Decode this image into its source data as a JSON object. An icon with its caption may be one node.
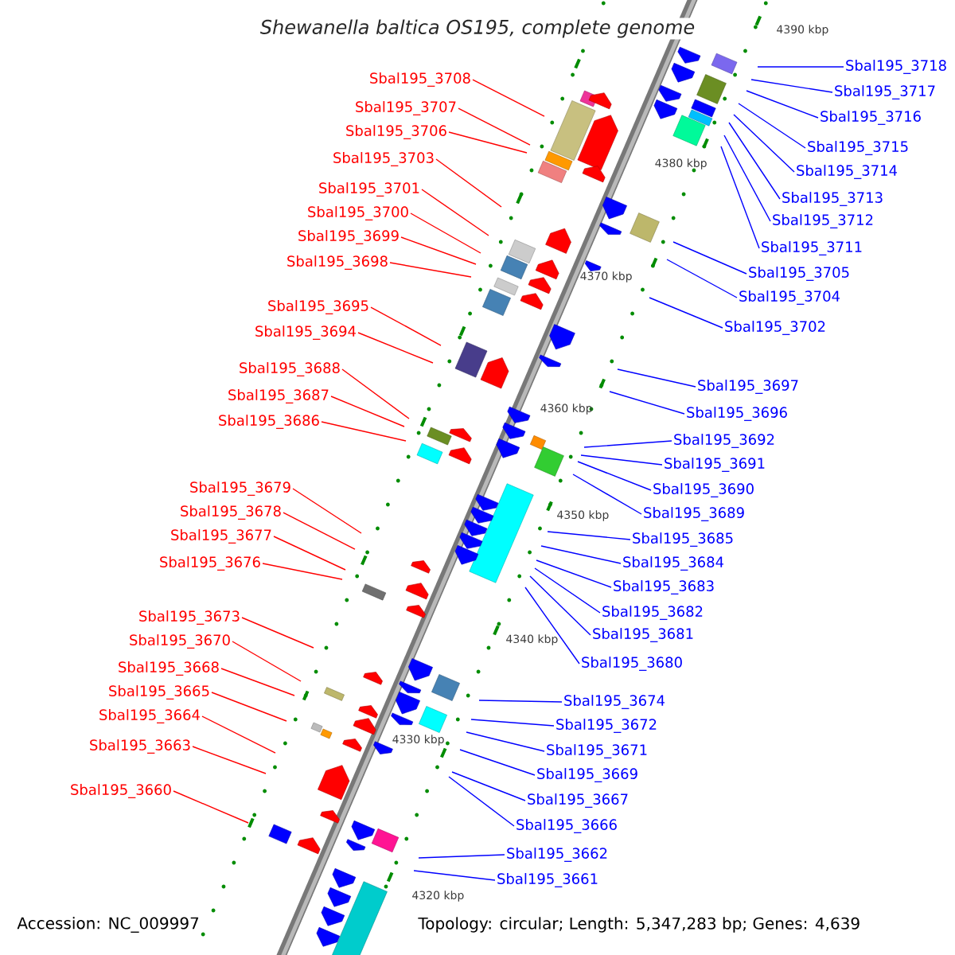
{
  "diagram": {
    "title": "Shewanella baltica OS195, complete genome",
    "nodes": [
      {
        "text": [
          "Sbal195_3708"
        ]
      },
      {
        "text": [
          "Sbal195_3707"
        ]
      },
      {
        "text": [
          "Sbal195_3706"
        ]
      },
      {
        "text": [
          "Sbal195_3703"
        ]
      },
      {
        "text": [
          "Sbal195_3701"
        ]
      },
      {
        "text": [
          "Sbal195_3700"
        ]
      },
      {
        "text": [
          "Sbal195_3699"
        ]
      },
      {
        "text": [
          "Sbal195_3698"
        ]
      },
      {
        "text": [
          "Sbal195_3695"
        ]
      },
      {
        "text": [
          "Sbal195_3694"
        ]
      },
      {
        "text": [
          "Sbal195_3688"
        ]
      },
      {
        "text": [
          "Sbal195_3687"
        ]
      },
      {
        "text": [
          "Sbal195_3686"
        ]
      },
      {
        "text": [
          "Sbal195_3679"
        ]
      },
      {
        "text": [
          "Sbal195_3678"
        ]
      },
      {
        "text": [
          "Sbal195_3677"
        ]
      },
      {
        "text": [
          "Sbal195_3676"
        ]
      },
      {
        "text": [
          "Sbal195_3673"
        ]
      },
      {
        "text": [
          "Sbal195_3670"
        ]
      },
      {
        "text": [
          "Sbal195_3668"
        ]
      },
      {
        "text": [
          "Sbal195_3665"
        ]
      },
      {
        "text": [
          "Sbal195_3664"
        ]
      },
      {
        "text": [
          "Sbal195_3663"
        ]
      },
      {
        "text": [
          "Sbal195_3660"
        ]
      },
      {
        "text": [
          "Sbal195_3718"
        ]
      },
      {
        "text": [
          "Sbal195_3717"
        ]
      },
      {
        "text": [
          "Sbal195_3716"
        ]
      },
      {
        "text": [
          "Sbal195_3715"
        ]
      },
      {
        "text": [
          "Sbal195_3714"
        ]
      },
      {
        "text": [
          "Sbal195_3713"
        ]
      },
      {
        "text": [
          "Sbal195_3712"
        ]
      },
      {
        "text": [
          "Sbal195_3711"
        ]
      },
      {
        "text": [
          "Sbal195_3705"
        ]
      },
      {
        "text": [
          "Sbal195_3704"
        ]
      },
      {
        "text": [
          "Sbal195_3702"
        ]
      },
      {
        "text": [
          "Sbal195_3697"
        ]
      },
      {
        "text": [
          "Sbal195_3696"
        ]
      },
      {
        "text": [
          "Sbal195_3692"
        ]
      },
      {
        "text": [
          "Sbal195_3691"
        ]
      },
      {
        "text": [
          "Sbal195_3690"
        ]
      },
      {
        "text": [
          "Sbal195_3689"
        ]
      },
      {
        "text": [
          "Sbal195_3685"
        ]
      },
      {
        "text": [
          "Sbal195_3684"
        ]
      },
      {
        "text": [
          "Sbal195_3683"
        ]
      },
      {
        "text": [
          "Sbal195_3682"
        ]
      },
      {
        "text": [
          "Sbal195_3681"
        ]
      },
      {
        "text": [
          "Sbal195_3680"
        ]
      },
      {
        "text": [
          "Sbal195_3674"
        ]
      },
      {
        "text": [
          "Sbal195_3672"
        ]
      },
      {
        "text": [
          "Sbal195_3671"
        ]
      },
      {
        "text": [
          "Sbal195_3669"
        ]
      },
      {
        "text": [
          "Sbal195_3667"
        ]
      },
      {
        "text": [
          "Sbal195_3666"
        ]
      },
      {
        "text": [
          "Sbal195_3662"
        ]
      },
      {
        "text": [
          "Sbal195_3661"
        ]
      }
    ],
    "edges": [
      {
        "from": 0,
        "to": null,
        "arrow": "none",
        "color": "#ff0000"
      },
      {
        "from": 1,
        "to": null,
        "arrow": "none",
        "color": "#ff0000"
      },
      {
        "from": 2,
        "to": null,
        "arrow": "none",
        "color": "#ff0000"
      },
      {
        "from": 3,
        "to": null,
        "arrow": "none",
        "color": "#ff0000"
      },
      {
        "from": 4,
        "to": null,
        "arrow": "none",
        "color": "#ff0000"
      },
      {
        "from": 5,
        "to": null,
        "arrow": "none",
        "color": "#ff0000"
      },
      {
        "from": 6,
        "to": null,
        "arrow": "none",
        "color": "#ff0000"
      },
      {
        "from": 7,
        "to": null,
        "arrow": "none",
        "color": "#ff0000"
      },
      {
        "from": 8,
        "to": null,
        "arrow": "none",
        "color": "#ff0000"
      },
      {
        "from": 9,
        "to": null,
        "arrow": "none",
        "color": "#ff0000"
      },
      {
        "from": 10,
        "to": null,
        "arrow": "none",
        "color": "#ff0000"
      },
      {
        "from": 11,
        "to": null,
        "arrow": "none",
        "color": "#ff0000"
      },
      {
        "from": 12,
        "to": null,
        "arrow": "none",
        "color": "#ff0000"
      },
      {
        "from": 13,
        "to": null,
        "arrow": "none",
        "color": "#ff0000"
      },
      {
        "from": 14,
        "to": null,
        "arrow": "none",
        "color": "#ff0000"
      },
      {
        "from": 15,
        "to": null,
        "arrow": "none",
        "color": "#ff0000"
      },
      {
        "from": 16,
        "to": null,
        "arrow": "none",
        "color": "#ff0000"
      },
      {
        "from": 17,
        "to": null,
        "arrow": "none",
        "color": "#ff0000"
      },
      {
        "from": 18,
        "to": null,
        "arrow": "none",
        "color": "#ff0000"
      },
      {
        "from": 19,
        "to": null,
        "arrow": "none",
        "color": "#ff0000"
      },
      {
        "from": 20,
        "to": null,
        "arrow": "none",
        "color": "#ff0000"
      },
      {
        "from": 21,
        "to": null,
        "arrow": "none",
        "color": "#ff0000"
      },
      {
        "from": 22,
        "to": null,
        "arrow": "none",
        "color": "#ff0000"
      },
      {
        "from": 23,
        "to": null,
        "arrow": "none",
        "color": "#ff0000"
      },
      {
        "from": 24,
        "to": null,
        "arrow": "none"
      },
      {
        "from": 25,
        "to": null,
        "arrow": "none"
      },
      {
        "from": 26,
        "to": null,
        "arrow": "none"
      },
      {
        "from": 27,
        "to": null,
        "arrow": "none"
      },
      {
        "from": 28,
        "to": null,
        "arrow": "none"
      },
      {
        "from": 29,
        "to": null,
        "arrow": "none"
      },
      {
        "from": 30,
        "to": null,
        "arrow": "none"
      },
      {
        "from": 31,
        "to": null,
        "arrow": "none"
      },
      {
        "from": 32,
        "to": null,
        "arrow": "none"
      },
      {
        "from": 33,
        "to": null,
        "arrow": "none"
      },
      {
        "from": 34,
        "to": null,
        "arrow": "none"
      },
      {
        "from": 35,
        "to": null,
        "arrow": "none"
      },
      {
        "from": 36,
        "to": null,
        "arrow": "none"
      },
      {
        "from": 37,
        "to": null,
        "arrow": "none"
      },
      {
        "from": 38,
        "to": null,
        "arrow": "none"
      },
      {
        "from": 39,
        "to": null,
        "arrow": "none"
      },
      {
        "from": 40,
        "to": null,
        "arrow": "none"
      },
      {
        "from": 41,
        "to": null,
        "arrow": "none"
      },
      {
        "from": 42,
        "to": null,
        "arrow": "none"
      },
      {
        "from": 43,
        "to": null,
        "arrow": "none"
      },
      {
        "from": 44,
        "to": null,
        "arrow": "none"
      },
      {
        "from": 45,
        "to": null,
        "arrow": "none"
      },
      {
        "from": 46,
        "to": null,
        "arrow": "none"
      },
      {
        "from": 47,
        "to": null,
        "arrow": "none"
      },
      {
        "from": 48,
        "to": null,
        "arrow": "none"
      },
      {
        "from": 49,
        "to": null,
        "arrow": "none"
      },
      {
        "from": 50,
        "to": null,
        "arrow": "none"
      },
      {
        "from": 51,
        "to": null,
        "arrow": "none"
      },
      {
        "from": 52,
        "to": null,
        "arrow": "none"
      },
      {
        "from": 53,
        "to": null,
        "arrow": "none"
      },
      {
        "from": 54,
        "to": null,
        "arrow": "none"
      }
    ],
    "labels": [
      "4390 kbp",
      "4380 kbp",
      "4370 kbp",
      "4360 kbp",
      "4350 kbp",
      "4340 kbp",
      "4330 kbp",
      "4320 kbp",
      "Accession: NC_009997",
      "Topology: circular; Length: 5,347,283 bp; Genes: 4,639"
    ]
  }
}
